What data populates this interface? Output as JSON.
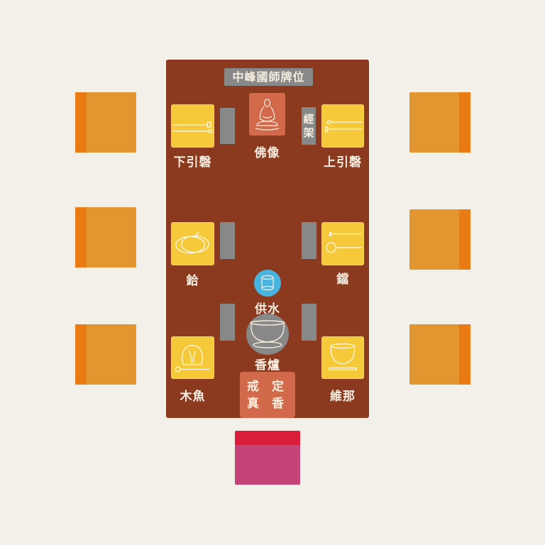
{
  "title_plaque": "中峰國師牌位",
  "buddha_label": "佛像",
  "sutra_stand": [
    "經",
    "架"
  ],
  "instruments": {
    "lower_yinqing": "下引磬",
    "upper_yinqing": "上引磬",
    "cymbal": "鉿",
    "dang": "鐺",
    "muyu": "木魚",
    "weina": "維那"
  },
  "water_offering": "供水",
  "incense_burner": "香爐",
  "incense_box": [
    "戒 定",
    "真 香"
  ],
  "colors": {
    "background": "#f2f0e8",
    "altar": "#8b3a20",
    "cushion": "#e3952f",
    "cushion_stripe": "#ea7a14",
    "instrument_tile": "#f5c93a",
    "buddha_tile": "#d2694a",
    "gray": "#888888",
    "water": "#4ab4e0",
    "mat_top": "#d81e3a",
    "mat": "#c4447a"
  }
}
